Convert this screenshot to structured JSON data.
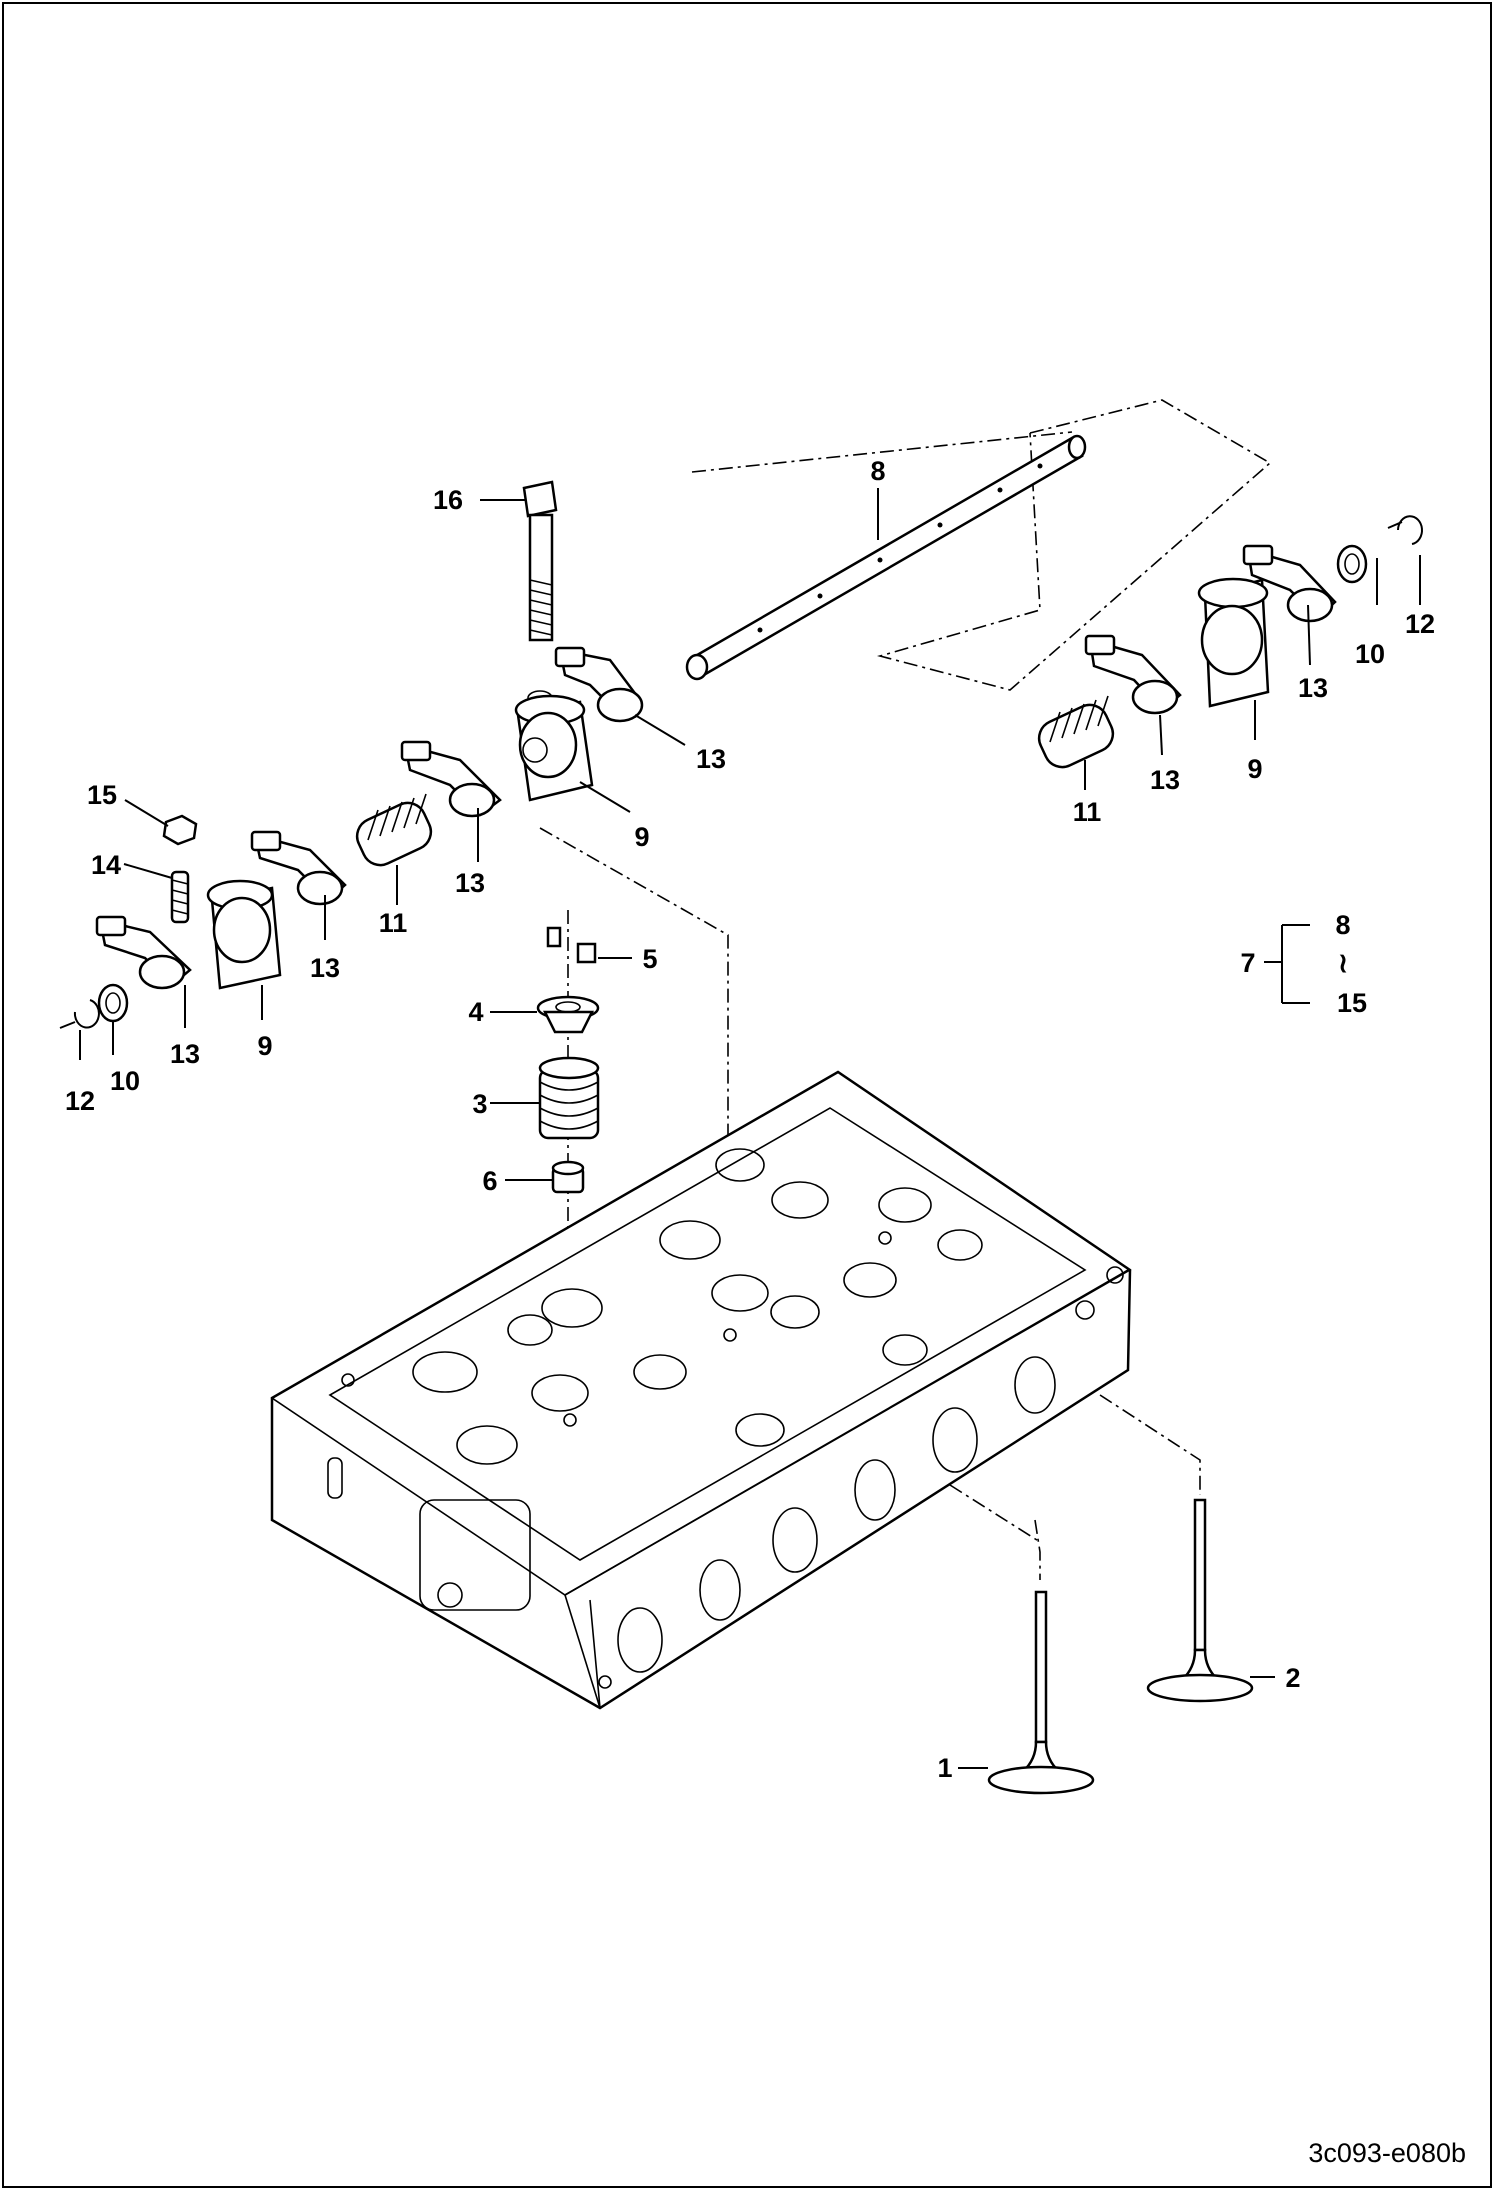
{
  "diagram": {
    "drawing_code": "3c093-e080b",
    "callouts": {
      "c1": "1",
      "c2": "2",
      "c3": "3",
      "c4": "4",
      "c5": "5",
      "c6": "6",
      "c7": "7",
      "c8a": "8",
      "c8b": "8",
      "c9a": "9",
      "c9b": "9",
      "c9c": "9",
      "c10a": "10",
      "c10b": "10",
      "c11a": "11",
      "c11b": "11",
      "c12a": "12",
      "c12b": "12",
      "c13a": "13",
      "c13b": "13",
      "c13c": "13",
      "c13d": "13",
      "c13e": "13",
      "c13f": "13",
      "c14": "14",
      "c15a": "15",
      "c15b": "15",
      "c16": "16"
    },
    "group_range_tilde": "≀"
  }
}
